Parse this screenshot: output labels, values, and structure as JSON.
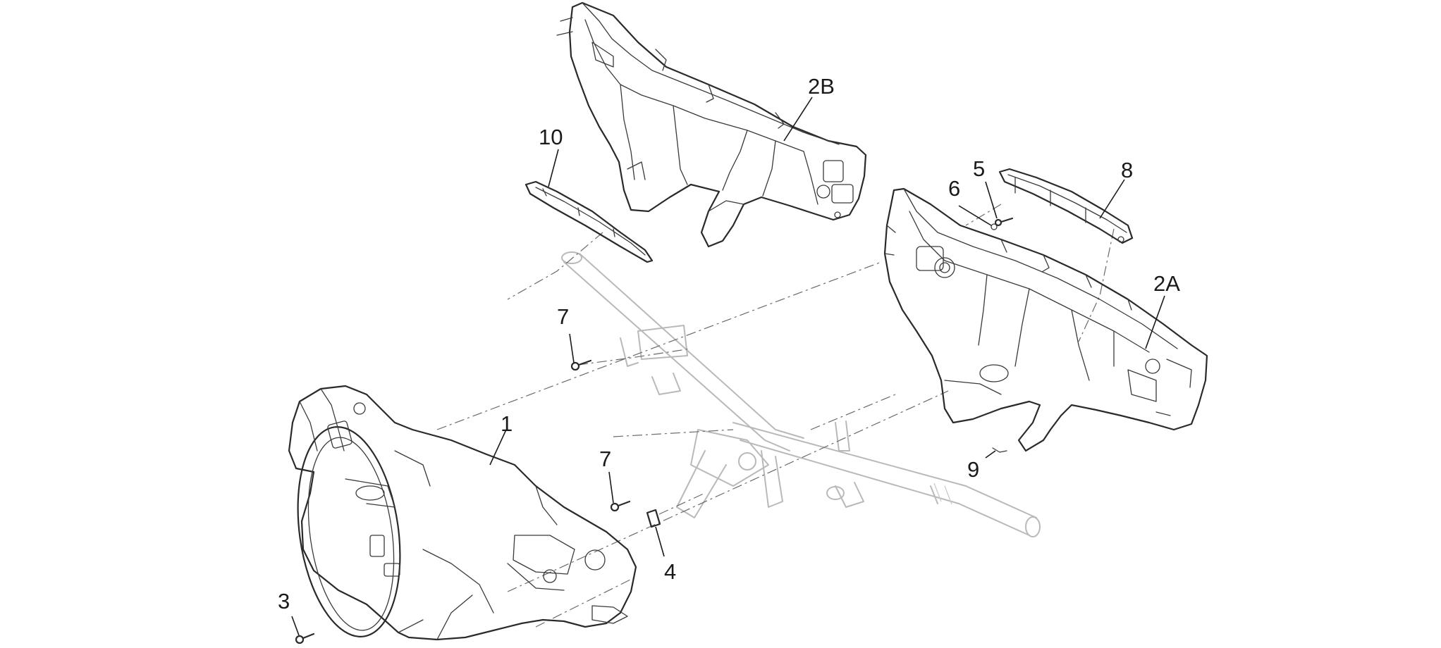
{
  "diagram": {
    "callouts": [
      {
        "id": "1",
        "text": "1"
      },
      {
        "id": "2A",
        "text": "2A"
      },
      {
        "id": "2B",
        "text": "2B"
      },
      {
        "id": "3",
        "text": "3"
      },
      {
        "id": "4",
        "text": "4"
      },
      {
        "id": "5",
        "text": "5"
      },
      {
        "id": "6",
        "text": "6"
      },
      {
        "id": "7a",
        "text": "7"
      },
      {
        "id": "7b",
        "text": "7"
      },
      {
        "id": "8",
        "text": "8"
      },
      {
        "id": "9",
        "text": "9"
      },
      {
        "id": "10",
        "text": "10"
      }
    ]
  }
}
